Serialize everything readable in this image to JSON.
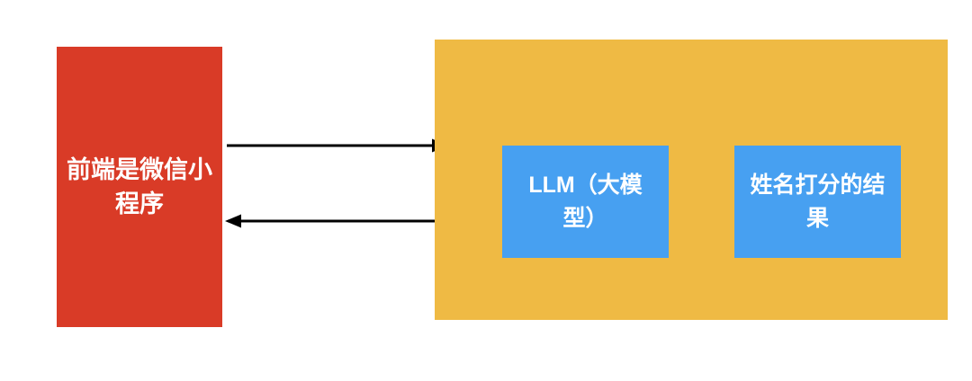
{
  "colors": {
    "frontend": "#D93B27",
    "panel": "#EFBA44",
    "innerbox": "#47A0F1",
    "arrow": "#000000",
    "canvasbg": "#FFFFFF",
    "boxtext": "#FFFFFF"
  },
  "diagram": {
    "frontend_box": {
      "label": "前端是微信小程序",
      "line1": "前端是微信小",
      "line2": "程序"
    },
    "llm_box": {
      "label": "LLM（大模型）",
      "line1": "LLM（大模",
      "line2": "型）"
    },
    "result_box": {
      "label": "姓名打分的结果",
      "line1": "姓名打分的结",
      "line2": "果"
    },
    "arrows": {
      "frontend_to_backend": {
        "direction": "right"
      },
      "backend_to_frontend": {
        "direction": "left"
      }
    }
  }
}
